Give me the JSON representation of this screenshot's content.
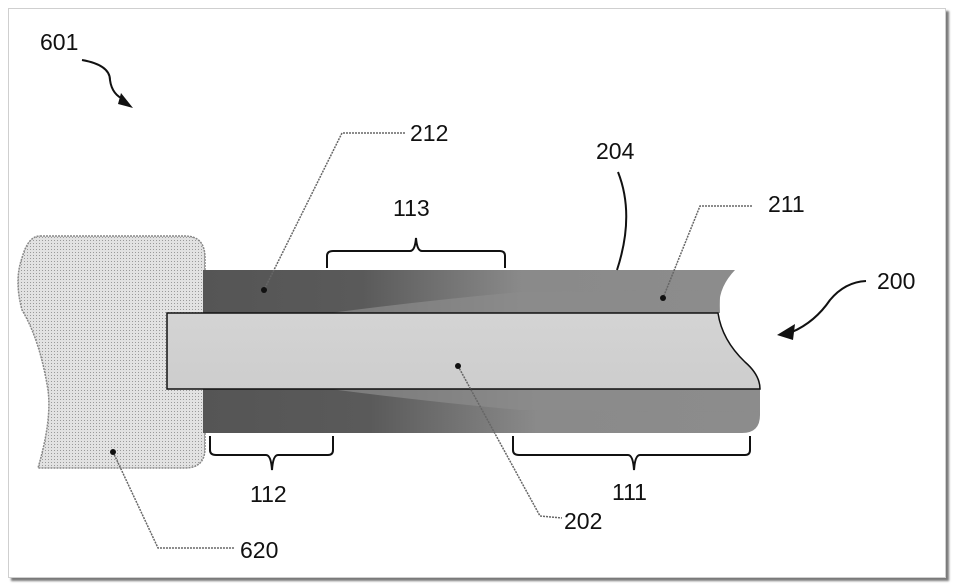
{
  "figure": {
    "labels": {
      "assembly": "601",
      "catheter": "200",
      "outer_layer_dark": "212",
      "outer_surface": "204",
      "outer_layer_light": "211",
      "core": "202",
      "block": "620",
      "proximal_section": "112",
      "transition_section": "113",
      "distal_section": "111"
    }
  }
}
